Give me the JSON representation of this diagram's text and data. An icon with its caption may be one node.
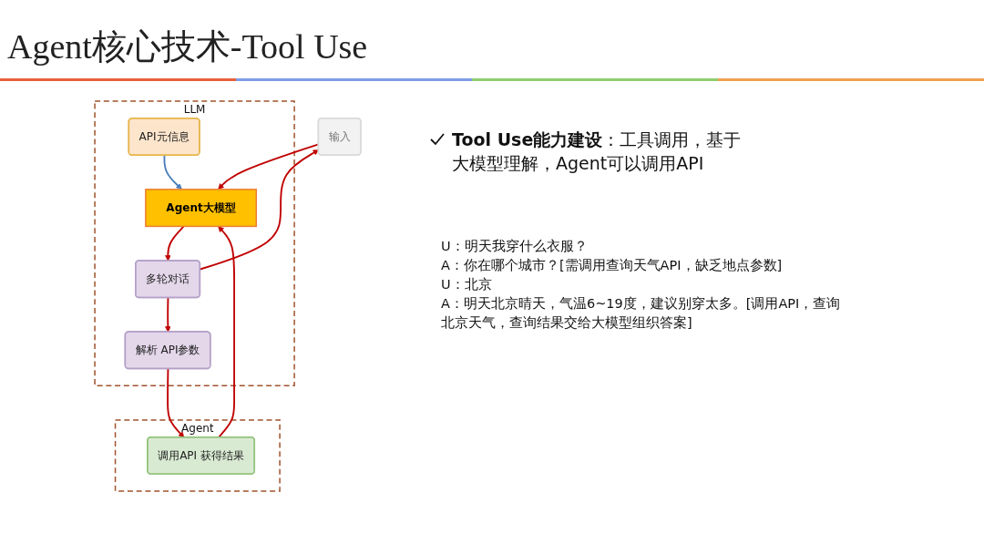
{
  "diagram": {
    "title": "Agent核心技术-Tool Use",
    "nodes": [
      {
        "text": [
          "输入"
        ]
      },
      {
        "text": [
          "LLM"
        ]
      },
      {
        "text": [
          "Agent大模型"
        ],
        "in": 1
      },
      {
        "text": [
          "API元信息"
        ],
        "in": 1
      },
      {
        "text": [
          "多轮对话"
        ],
        "in": 1
      },
      {
        "text": [
          "解析 API参数"
        ],
        "in": 1
      },
      {
        "text": [
          "Agent"
        ]
      },
      {
        "text": [
          "调用API 获得结果"
        ],
        "in": 6
      }
    ],
    "edges": [
      {
        "from": 0,
        "to": 2,
        "arrow": "to"
      },
      {
        "from": 3,
        "to": 2,
        "arrow": "to",
        "color": "#4a7ebb"
      },
      {
        "from": 2,
        "to": 4,
        "arrow": "to"
      },
      {
        "from": 4,
        "to": 0,
        "arrow": "to"
      },
      {
        "from": 4,
        "to": 5,
        "arrow": "to"
      },
      {
        "from": 5,
        "to": 7,
        "arrow": "to"
      },
      {
        "from": 7,
        "to": 2,
        "arrow": "to"
      }
    ],
    "labels": [
      "**Tool Use能力建设**：工具调用，基于大模型理解，Agent可以调用API",
      "U：明天我穿什么衣服？",
      "A：你在哪个城市？[需调用查询天气API，缺乏地点参数]",
      "U：北京",
      "A：明天北京晴天，气温6~19度，建议别穿太多。[调用API，查询北京天气，查询结果交给大模型组织答案]"
    ]
  }
}
